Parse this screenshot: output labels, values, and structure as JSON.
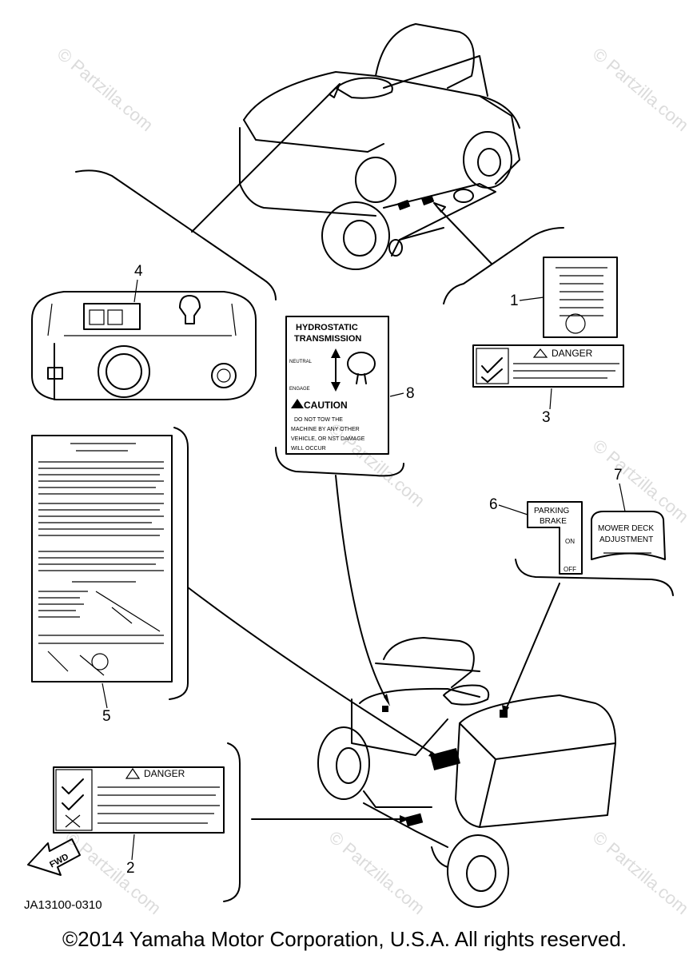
{
  "diagram_code": "JA13100-0310",
  "copyright": "©2014 Yamaha Motor Corporation, U.S.A. All rights reserved.",
  "watermark": "© Partzilla.com",
  "callouts": [
    "1",
    "2",
    "3",
    "4",
    "5",
    "6",
    "7",
    "8"
  ],
  "labels": {
    "hydrostatic": {
      "title_line1": "HYDROSTATIC",
      "title_line2": "TRANSMISSION",
      "neutral": "NEUTRAL",
      "engage": "ENGAGE",
      "caution": "CAUTION",
      "body_line1": "DO NOT TOW THE",
      "body_line2": "MACHINE BY ANY OTHER",
      "body_line3": "VEHICLE, OR NST DAMAGE",
      "body_line4": "WILL OCCUR"
    },
    "danger": "DANGER",
    "parking_brake_line1": "PARKING",
    "parking_brake_line2": "BRAKE",
    "parking_on": "ON",
    "parking_off": "OFF",
    "mower_deck_line1": "MOWER DECK",
    "mower_deck_line2": "ADJUSTMENT",
    "fwd": "FWD"
  }
}
